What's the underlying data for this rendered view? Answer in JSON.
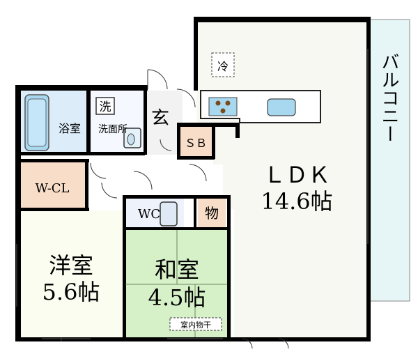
{
  "rooms": {
    "ldk": {
      "name": "ＬＤＫ",
      "size": "14.6帖"
    },
    "balcony": {
      "name": "バルコニー"
    },
    "western": {
      "name": "洋室",
      "size": "5.6帖"
    },
    "japanese": {
      "name": "和室",
      "size": "4.5帖"
    },
    "bath": {
      "name": "浴室"
    },
    "washroom": {
      "name": "洗面所"
    },
    "entrance": {
      "name": "玄"
    },
    "shoe_box": {
      "name": "ＳＢ"
    },
    "wcl": {
      "name": "W-CL"
    },
    "wc": {
      "name": "WC"
    },
    "storage": {
      "name": "物"
    }
  },
  "fixtures": {
    "fridge": "冷",
    "washer": "洗",
    "indoor_drying": "室内物干"
  },
  "colors": {
    "ldk_floor": "#f7f8f2",
    "balcony": "#e6f6f6",
    "bath": "#dcecf8",
    "western": "#fbfdf0",
    "japanese": "#d6f0c8",
    "closet": "#f8ddc8",
    "wall": "#000000",
    "fixture_blue": "#a8d8f0"
  }
}
